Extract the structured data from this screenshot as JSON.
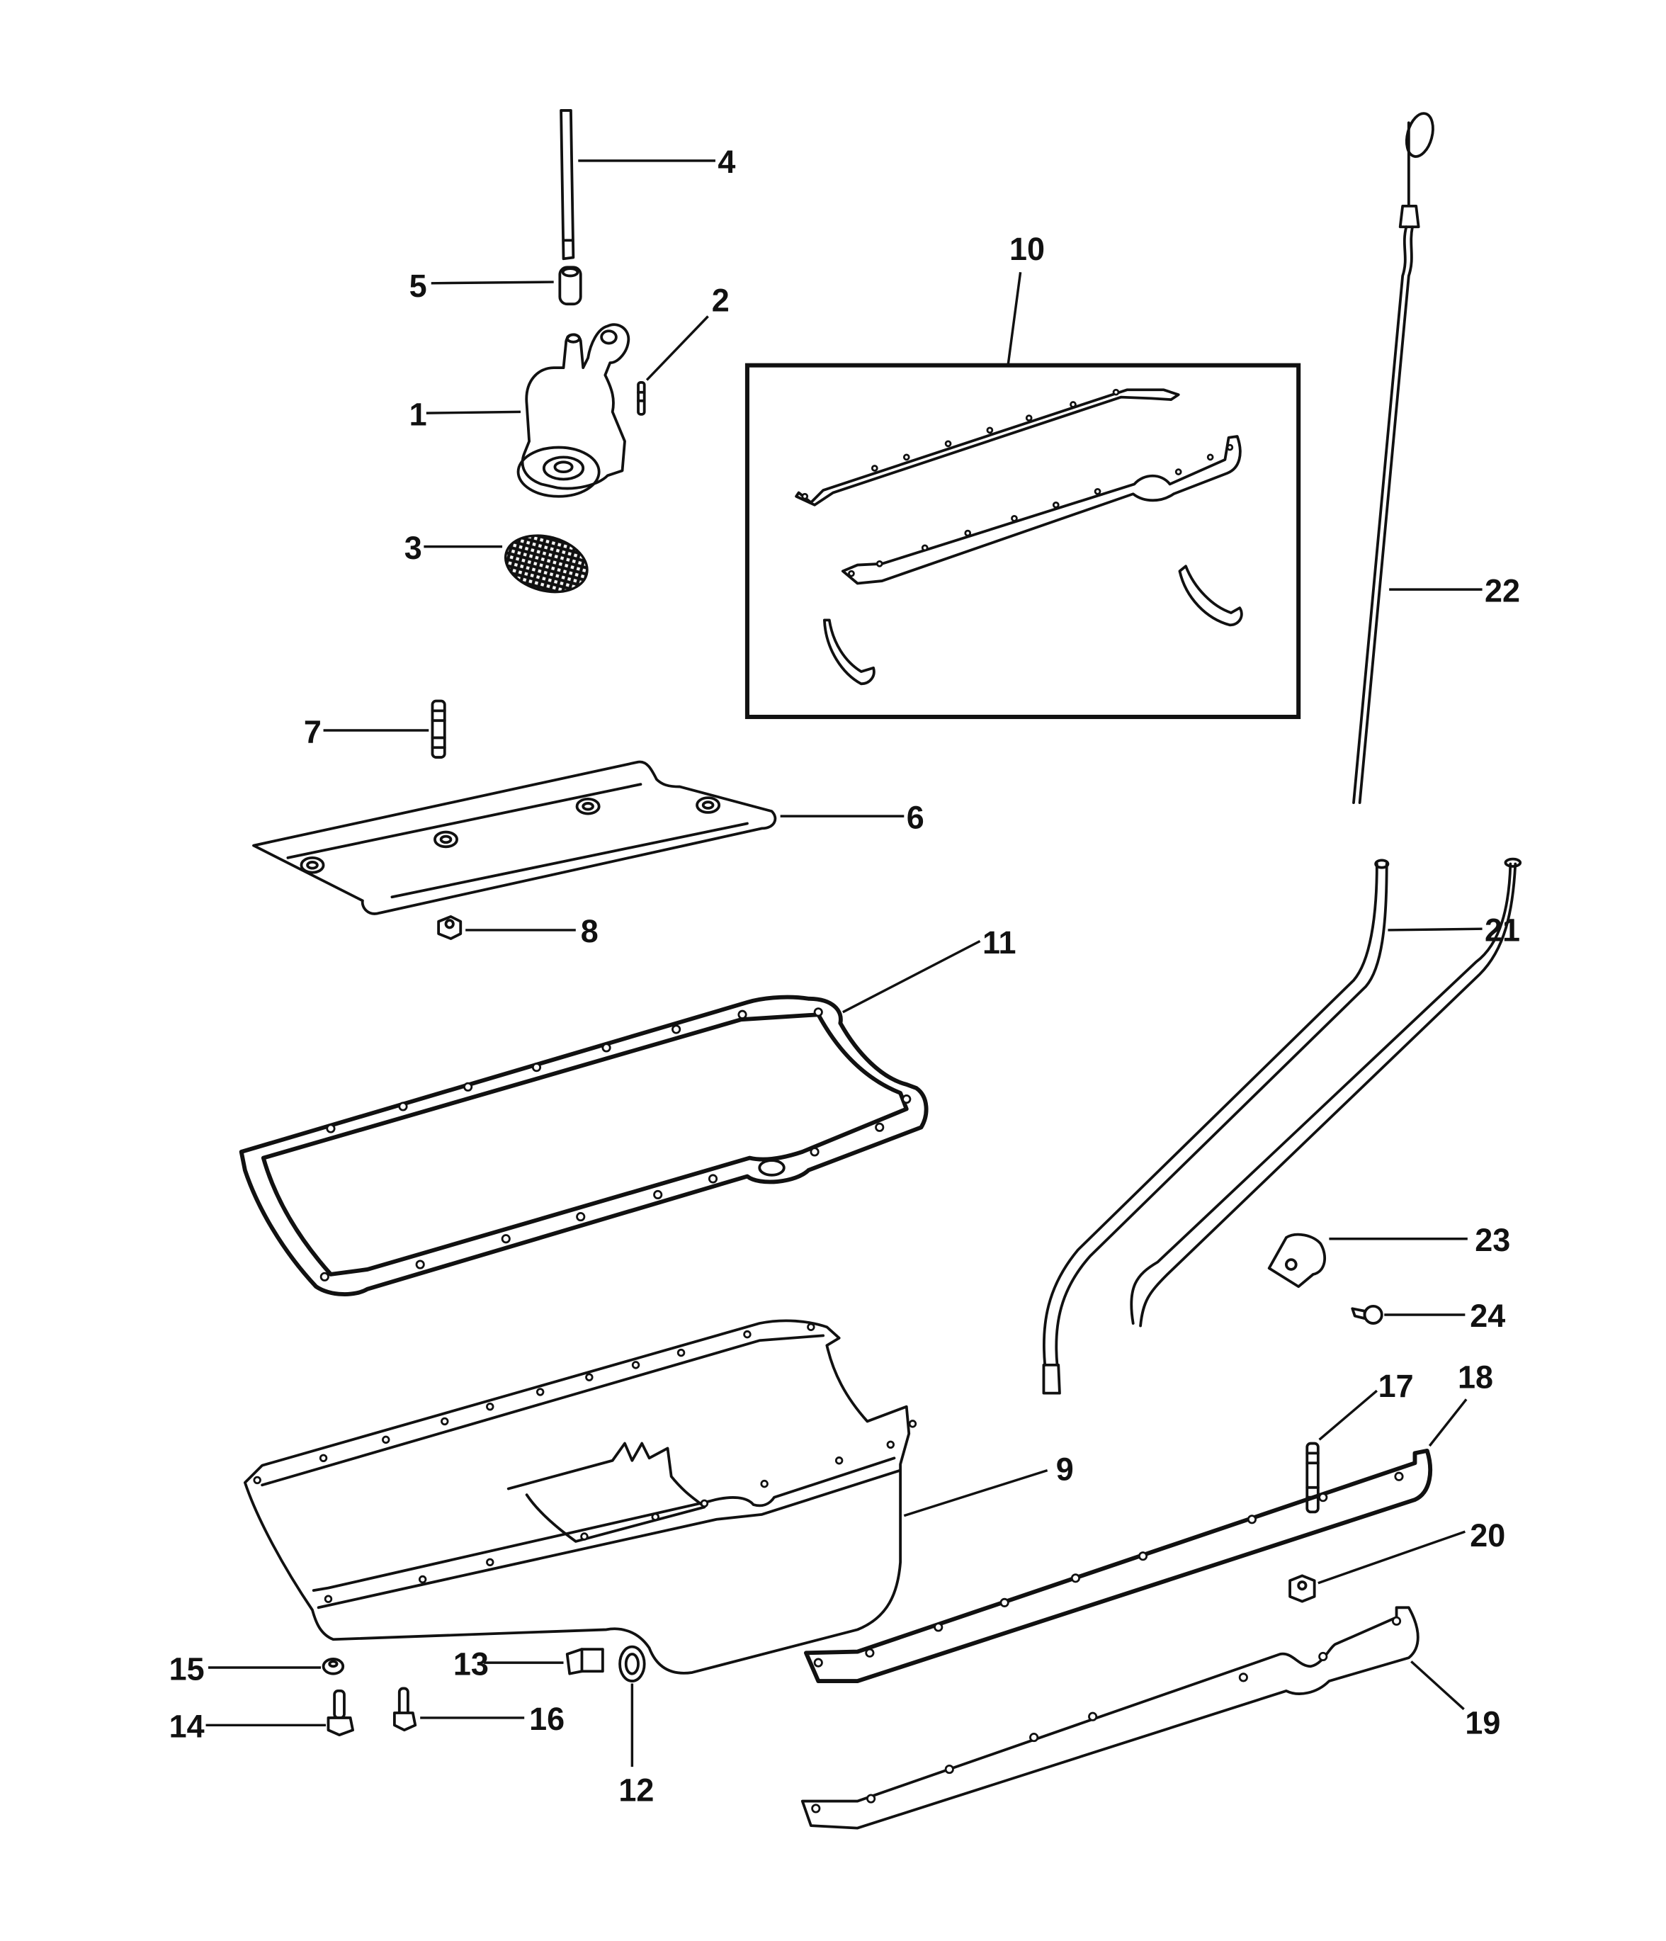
{
  "diagram": {
    "title": "",
    "kit_box_label": "10",
    "callouts": [
      {
        "id": "1",
        "part": "oil-pump"
      },
      {
        "id": "2",
        "part": "pump-pin"
      },
      {
        "id": "3",
        "part": "pickup-screen"
      },
      {
        "id": "4",
        "part": "pump-drive-shaft"
      },
      {
        "id": "5",
        "part": "shaft-sleeve"
      },
      {
        "id": "6",
        "part": "oil-baffle"
      },
      {
        "id": "7",
        "part": "baffle-stud"
      },
      {
        "id": "8",
        "part": "baffle-nut"
      },
      {
        "id": "9",
        "part": "oil-pan"
      },
      {
        "id": "10",
        "part": "oil-pan-gasket-kit"
      },
      {
        "id": "11",
        "part": "one-piece-pan-gasket"
      },
      {
        "id": "12",
        "part": "drain-plug-washer"
      },
      {
        "id": "13",
        "part": "drain-plug"
      },
      {
        "id": "14",
        "part": "pan-bolt"
      },
      {
        "id": "15",
        "part": "pan-washer"
      },
      {
        "id": "16",
        "part": "pan-screw"
      },
      {
        "id": "17",
        "part": "pan-rail-stud"
      },
      {
        "id": "18",
        "part": "pan-rail-left"
      },
      {
        "id": "19",
        "part": "pan-rail-right"
      },
      {
        "id": "20",
        "part": "rail-nut"
      },
      {
        "id": "21",
        "part": "dipstick-tube"
      },
      {
        "id": "22",
        "part": "dipstick"
      },
      {
        "id": "23",
        "part": "tube-clamp"
      },
      {
        "id": "24",
        "part": "clamp-screw"
      }
    ]
  }
}
